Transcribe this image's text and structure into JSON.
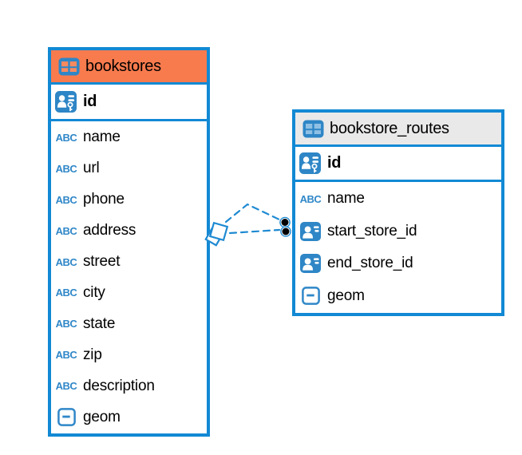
{
  "canvas": {
    "background": "#FFFFFF"
  },
  "colors": {
    "table_border": "#1289D4",
    "header_orange": "#F87B4E",
    "header_gray": "#E9E9E9",
    "icon_blue": "#2E86C6",
    "abc_blue": "#2F87C8",
    "relation_blue": "#1E8AD2",
    "hole_orange": "#F98A5F",
    "hole_lightblue": "#8FC0E4",
    "text": "#000000"
  },
  "icons": {
    "text_type_label": "ABC"
  },
  "tables": [
    {
      "title": "bookstores",
      "header_color": "orange",
      "primary_key": {
        "name": "id",
        "icon": "primary-key-icon"
      },
      "fields": [
        {
          "name": "name",
          "type": "text",
          "icon": "text-column-icon"
        },
        {
          "name": "url",
          "type": "text",
          "icon": "text-column-icon"
        },
        {
          "name": "phone",
          "type": "text",
          "icon": "text-column-icon"
        },
        {
          "name": "address",
          "type": "text",
          "icon": "text-column-icon"
        },
        {
          "name": "street",
          "type": "text",
          "icon": "text-column-icon"
        },
        {
          "name": "city",
          "type": "text",
          "icon": "text-column-icon"
        },
        {
          "name": "state",
          "type": "text",
          "icon": "text-column-icon"
        },
        {
          "name": "zip",
          "type": "text",
          "icon": "text-column-icon"
        },
        {
          "name": "description",
          "type": "text",
          "icon": "text-column-icon"
        },
        {
          "name": "geom",
          "type": "geometry",
          "icon": "geometry-column-icon"
        }
      ]
    },
    {
      "title": "bookstore_routes",
      "header_color": "gray",
      "primary_key": {
        "name": "id",
        "icon": "primary-key-icon"
      },
      "fields": [
        {
          "name": "name",
          "type": "text",
          "icon": "text-column-icon"
        },
        {
          "name": "start_store_id",
          "type": "reference",
          "icon": "foreign-key-icon"
        },
        {
          "name": "end_store_id",
          "type": "reference",
          "icon": "foreign-key-icon"
        },
        {
          "name": "geom",
          "type": "geometry",
          "icon": "geometry-column-icon"
        }
      ]
    }
  ],
  "relation": {
    "style": "dashed",
    "from_table": "bookstores",
    "to_table": "bookstore_routes",
    "from_marker": "diamond",
    "to_marker": "double-dot"
  }
}
